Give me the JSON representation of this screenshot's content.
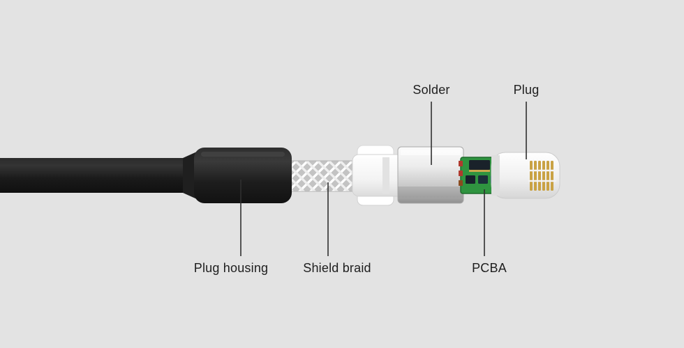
{
  "figure": {
    "type": "exploded-cable-connector-diagram",
    "labels": {
      "solder": "Solder",
      "plug": "Plug",
      "plug_housing": "Plug housing",
      "shield_braid": "Shield braid",
      "pcba": "PCBA"
    },
    "colors": {
      "background": "#e3e3e3",
      "leader_line": "#2f2f2f",
      "label_text": "#1e1e1e",
      "cable_black": "#1d1d1d",
      "housing_black": "#262626",
      "braid_white": "#f5f5f5",
      "metal_shield": "#cfcfcf",
      "pcb_green": "#2f9440",
      "chip_dark": "#1a222a",
      "contact_gold": "#c9a244",
      "plug_body_white": "#f2f2f2"
    }
  }
}
